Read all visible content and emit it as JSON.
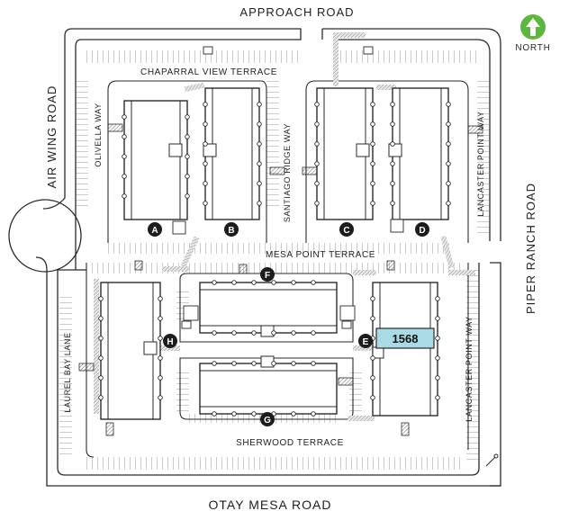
{
  "roads": {
    "approach": "APPROACH ROAD",
    "air_wing": "AIR WING ROAD",
    "piper_ranch": "PIPER RANCH ROAD",
    "otay_mesa": "OTAY MESA ROAD"
  },
  "streets": {
    "chaparral": "CHAPARRAL VIEW TERRACE",
    "olivella": "OLIVELLA WAY",
    "santiago": "SANTIAGO RIDGE WAY",
    "lancaster_top": "LANCASTER POINT WAY",
    "mesa_point": "MESA POINT TERRACE",
    "laurel_bay": "LAUREL BAY LANE",
    "lancaster_bottom": "LANCASTER POINT WAY",
    "sherwood": "SHERWOOD TERRACE"
  },
  "north": {
    "label": "NORTH",
    "color": "#5cb83c",
    "icon": "north-arrow-icon"
  },
  "buildings": {
    "a": "A",
    "b": "B",
    "c": "C",
    "d": "D",
    "e": "E",
    "f": "F",
    "g": "G",
    "h": "H"
  },
  "highlight": {
    "unit": "1568",
    "color": "#a8dbe6"
  },
  "colors": {
    "line": "#2a2a2a",
    "marker": "#1c1c1c",
    "walkway": "#bdbdbd"
  }
}
